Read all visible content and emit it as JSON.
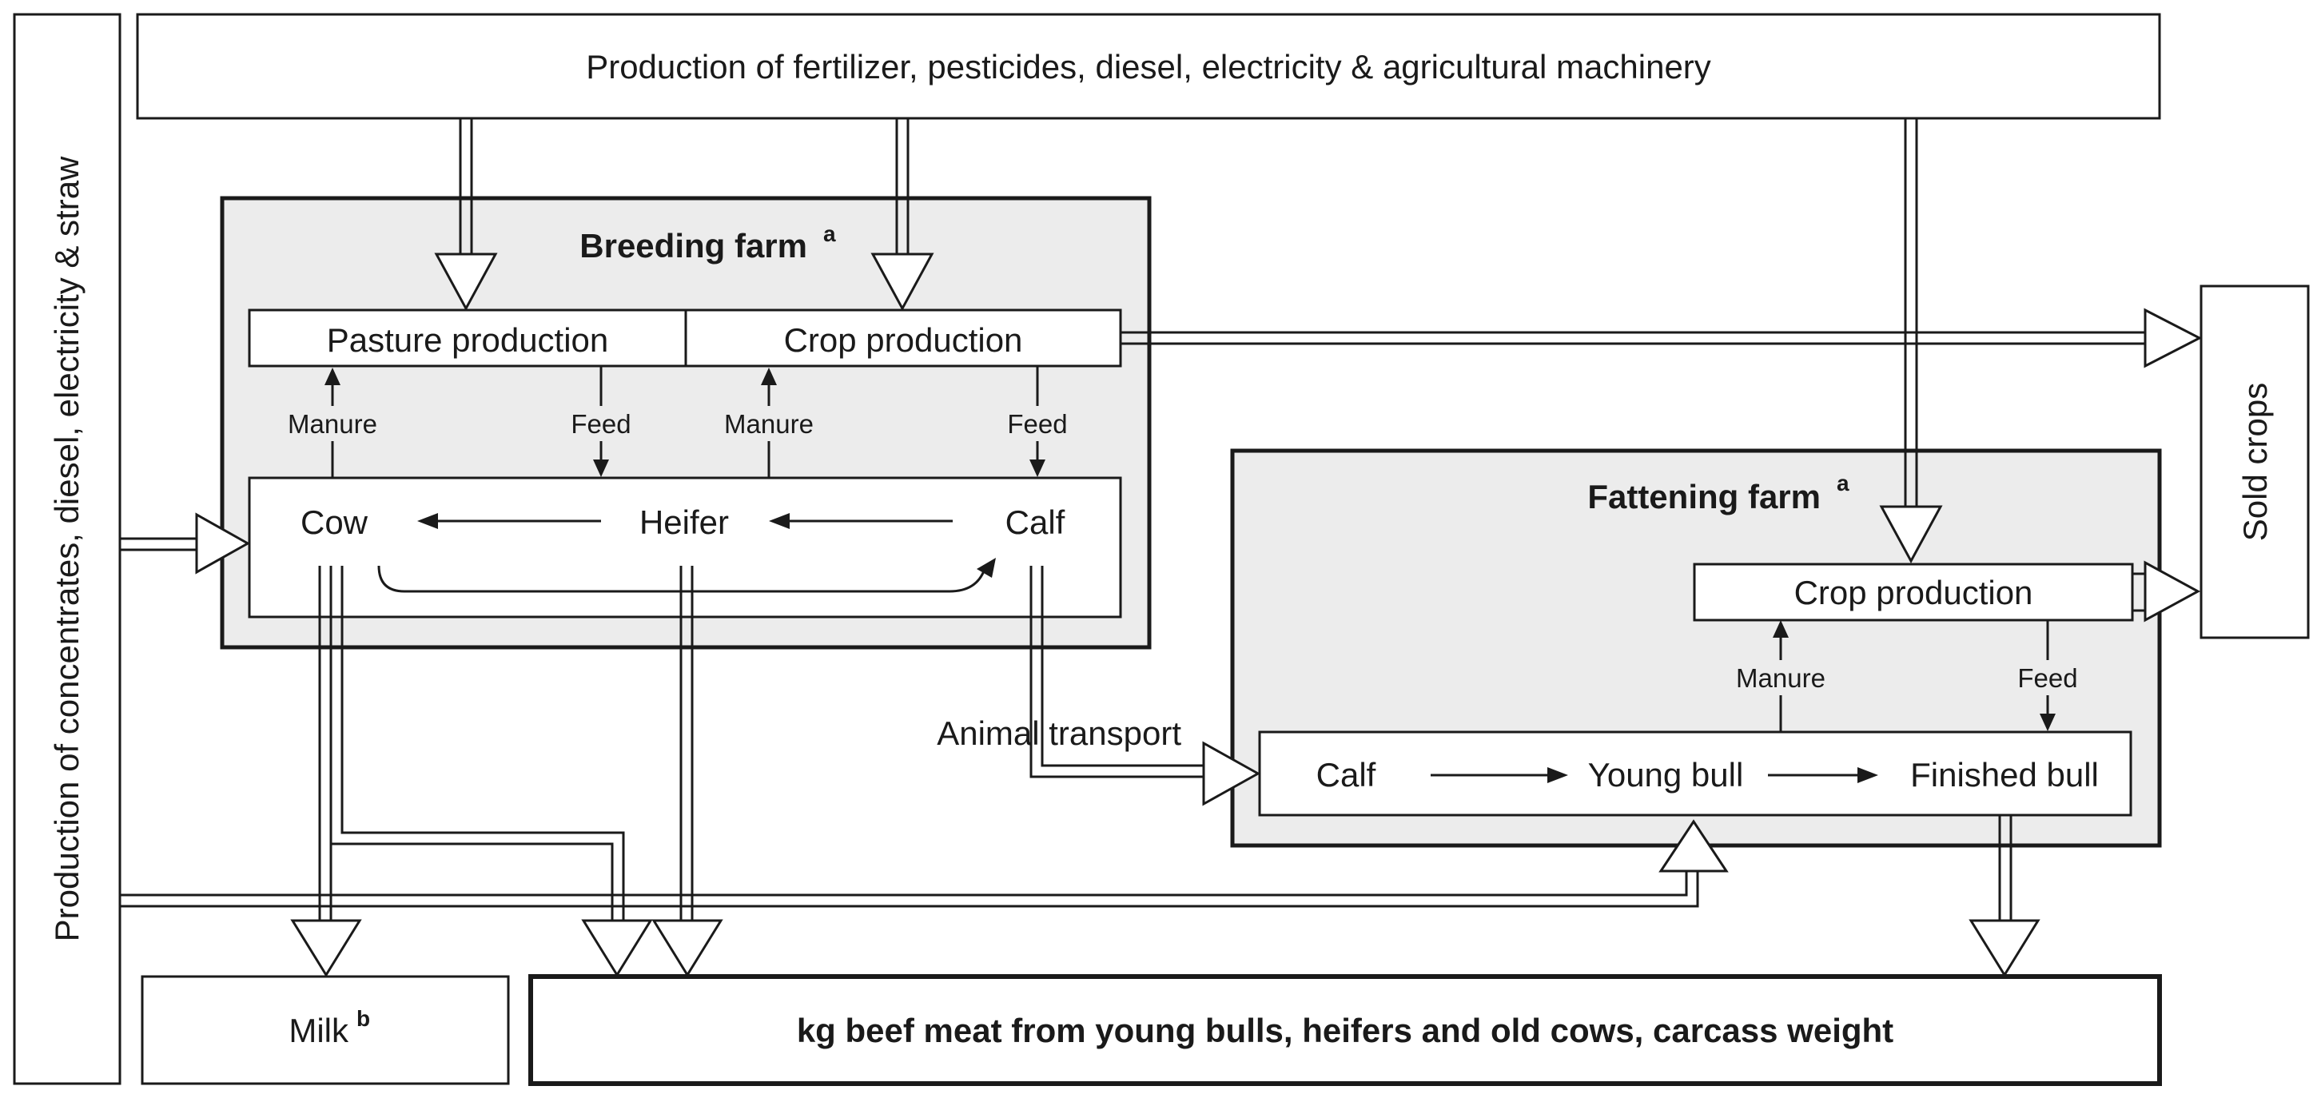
{
  "top": {
    "label": "Production of fertilizer, pesticides, diesel, electricity & agricultural machinery"
  },
  "left": {
    "label": "Production of concentrates, diesel, electricity & straw"
  },
  "breeding": {
    "title": "Breeding farm",
    "title_sup": "a",
    "pasture": "Pasture production",
    "crop": "Crop production",
    "manure_1": "Manure",
    "feed_1": "Feed",
    "manure_2": "Manure",
    "feed_2": "Feed",
    "cow": "Cow",
    "heifer": "Heifer",
    "calf": "Calf"
  },
  "transport": {
    "label": "Animal transport"
  },
  "fattening": {
    "title": "Fattening farm",
    "title_sup": "a",
    "crop": "Crop production",
    "manure": "Manure",
    "feed": "Feed",
    "calf": "Calf",
    "young_bull": "Young bull",
    "finished_bull": "Finished bull"
  },
  "sold": {
    "label": "Sold crops"
  },
  "outputs": {
    "milk": "Milk",
    "milk_sup": "b",
    "beef": "kg beef meat from young bulls, heifers and old cows, carcass weight"
  }
}
